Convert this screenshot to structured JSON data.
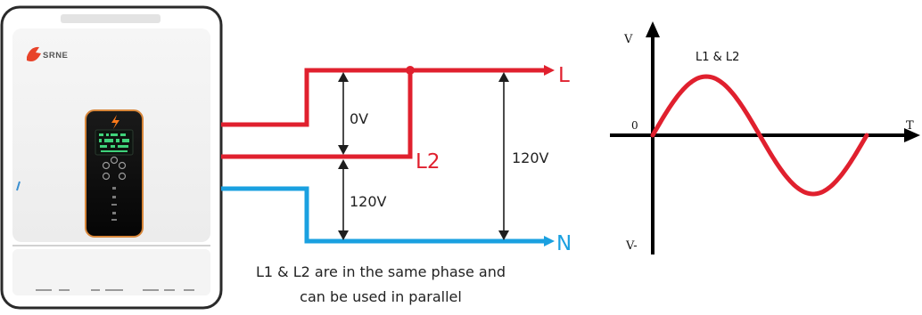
{
  "device": {
    "brand": "SRNE"
  },
  "wiring": {
    "label_l": "L",
    "label_l2": "L2",
    "label_n": "N",
    "voltage_l_l2": "0V",
    "voltage_l2_n": "120V",
    "voltage_l_n": "120V",
    "color_line": "#e0202e",
    "color_neutral": "#1aa0e0"
  },
  "caption": {
    "line1": "L1 & L2 are in the same phase and",
    "line2": "can be used in parallel"
  },
  "waveform": {
    "label_v_pos": "V",
    "label_v_neg": "V-",
    "label_origin": "0",
    "label_t": "T",
    "label_series": "L1 & L2",
    "color_wave": "#e0202e"
  }
}
